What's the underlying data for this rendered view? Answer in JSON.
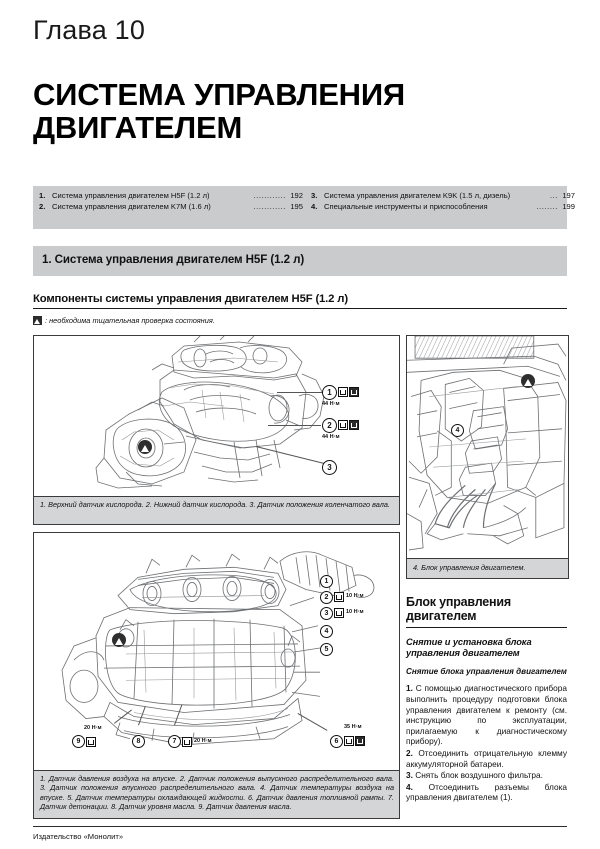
{
  "chapter": {
    "number_label": "Глава 10",
    "title_line1": "СИСТЕМА УПРАВЛЕНИЯ",
    "title_line2": "ДВИГАТЕЛЕМ"
  },
  "toc": {
    "dots": "............",
    "left": [
      {
        "num": "1.",
        "text": "Система управления двигателем H5F (1.2 л)",
        "page": "192"
      },
      {
        "num": "2.",
        "text": "Система управления двигателем K7M (1.6 л)",
        "page": "195"
      }
    ],
    "right": [
      {
        "num": "3.",
        "text": "Система управления двигателем K9K (1.5 л, дизель)",
        "page": "197"
      },
      {
        "num": "4.",
        "text": "Специальные инструменты и приспособления",
        "page": "199"
      }
    ]
  },
  "section": {
    "bar_title": "1.  Система управления двигателем H5F (1.2 л)",
    "sub_head": "Компоненты системы управления двигателем H5F (1.2 л)",
    "note": ": необходима тщательная проверка состояния."
  },
  "figures": {
    "fig1": {
      "caption": "1. Верхний датчик кислорода. 2. Нижний датчик кислорода. 3. Датчик положения коленчатого вала.",
      "callouts": [
        {
          "id": "1",
          "torque": "44 Н·м"
        },
        {
          "id": "2",
          "torque": "44 Н·м"
        },
        {
          "id": "3",
          "torque": ""
        }
      ]
    },
    "fig2": {
      "caption": "1. Датчик давления воздуха на впуске. 2. Датчик положения выпускного распределительного вала. 3. Датчик положения впускного распределительного вала. 4. Датчик температуры воздуха на впуске. 5. Датчик температуры охлаждающей жидкости. 6. Датчик давления топливной рампы. 7. Датчик детонации. 8. Датчик уровня масла. 9. Датчик давления масла.",
      "callouts": [
        {
          "id": "1",
          "torque": ""
        },
        {
          "id": "2",
          "torque": "10 Н·м"
        },
        {
          "id": "3",
          "torque": "10 Н·м"
        },
        {
          "id": "4",
          "torque": ""
        },
        {
          "id": "5",
          "torque": ""
        },
        {
          "id": "6",
          "torque": "35 Н·м"
        },
        {
          "id": "7",
          "torque": "20 Н·м"
        },
        {
          "id": "8",
          "torque": ""
        },
        {
          "id": "9",
          "torque": "20 Н·м"
        }
      ]
    },
    "fig3": {
      "caption": "4. Блок управления двигателем.",
      "callouts": [
        {
          "id": "4",
          "torque": ""
        }
      ]
    }
  },
  "right_column": {
    "heading": "Блок управления двигателем",
    "subheading": "Снятие и установка блока управления двигателем",
    "subsubheading": "Снятие блока управления двигателем",
    "steps": [
      {
        "num": "1.",
        "text": "С помощью диагностического прибора выполнить процедуру подготовки блока управления двигателем к ремонту (см. инструкцию по эксплуатации, прилагаемую к диагностическому прибору)."
      },
      {
        "num": "2.",
        "text": "Отсоединить отрицательную клемму аккумуляторной батареи."
      },
      {
        "num": "3.",
        "text": "Снять блок воздушного фильтра."
      },
      {
        "num": "4.",
        "text": "Отсоединить разъемы блока управления двигателем (1)."
      }
    ]
  },
  "footer": {
    "publisher": "Издательство «Монолит»"
  },
  "colors": {
    "bar_gray": "#c9cbcd",
    "caption_gray": "#d3d5d7",
    "ink": "#111111"
  }
}
